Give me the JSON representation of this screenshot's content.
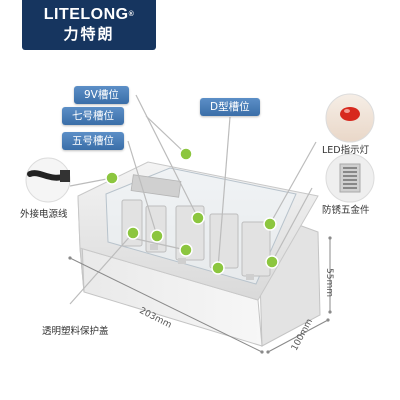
{
  "brand": {
    "name_en": "LITELONG",
    "registered": "®",
    "name_zh": "力特朗"
  },
  "callouts": {
    "slot_9v": "9V槽位",
    "slot_c": "七号槽位",
    "slot_aa": "五号槽位",
    "slot_d": "D型槽位"
  },
  "labels": {
    "led": "LED指示灯",
    "power_cable": "外接电源线",
    "hardware": "防锈五金件",
    "cover": "透明塑料保护盖"
  },
  "dimensions": {
    "length": "203mm",
    "width": "100mm",
    "height": "55mm"
  },
  "colors": {
    "brand_bg": "#16355f",
    "pill": "#4a7fb9",
    "dot": "#8cc63f",
    "leader": "#bcbcbc"
  }
}
